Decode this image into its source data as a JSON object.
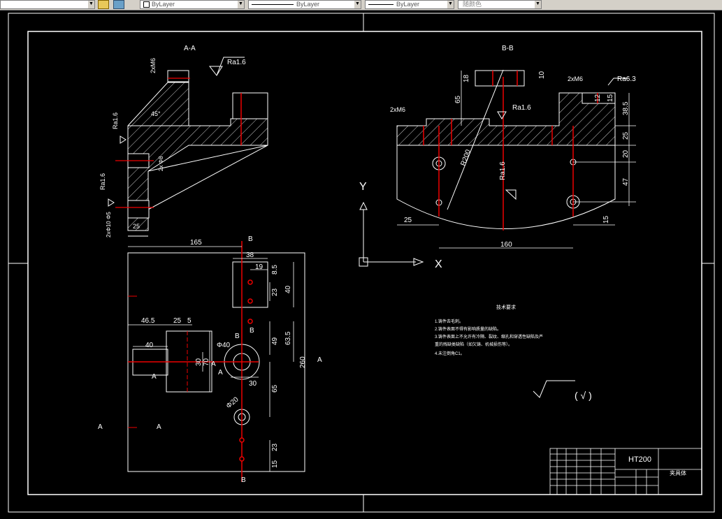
{
  "toolbar": {
    "layer_linetype_color": "ByLayer",
    "linetype": "ByLayer",
    "lineweight": "ByLayer",
    "plot_style": "随颜色"
  },
  "drawing": {
    "section_aa": "A-A",
    "section_bb": "B-B",
    "ra_16": "Ra1.6",
    "ra_63": "Ra6.3",
    "thread_m6": "2xM6",
    "angle_45": "45°",
    "dim_165": "165",
    "dim_38": "38",
    "dim_19": "19",
    "dim_85": "8.5",
    "dim_23": "23",
    "dim_40": "40",
    "dim_465": "46.5",
    "dim_25": "25",
    "dim_5": "5",
    "dim_30": "30",
    "dim_70": "70",
    "dim_49": "49",
    "dim_635": "63.5",
    "dim_260": "260",
    "dim_65": "65",
    "dim_15": "15",
    "dim_160": "160",
    "dim_18": "18",
    "dim_10": "10",
    "dim_12": "12",
    "dim_385": "38.5",
    "dim_20": "20",
    "dim_47": "47",
    "phi_40": "Φ40",
    "phi_20": "Φ20",
    "r200": "R200",
    "axis_x": "X",
    "axis_y": "Y",
    "mark_a": "A",
    "mark_b": "B",
    "tech_title": "技术要求",
    "tech_notes": [
      "1.铸件去毛刺。",
      "2.铸件表面不得有影响质量的缺陷。",
      "3.铸件表面上不允许有冷隔、裂纹、缩孔和穿透性缺陷及严",
      "  重的残缺类缺陷（如欠铸、机械损伤等）。",
      "4.未注倒角C1。"
    ],
    "roughness_rest": "(  √  )",
    "material": "HT200",
    "part_name": "夹具体"
  }
}
